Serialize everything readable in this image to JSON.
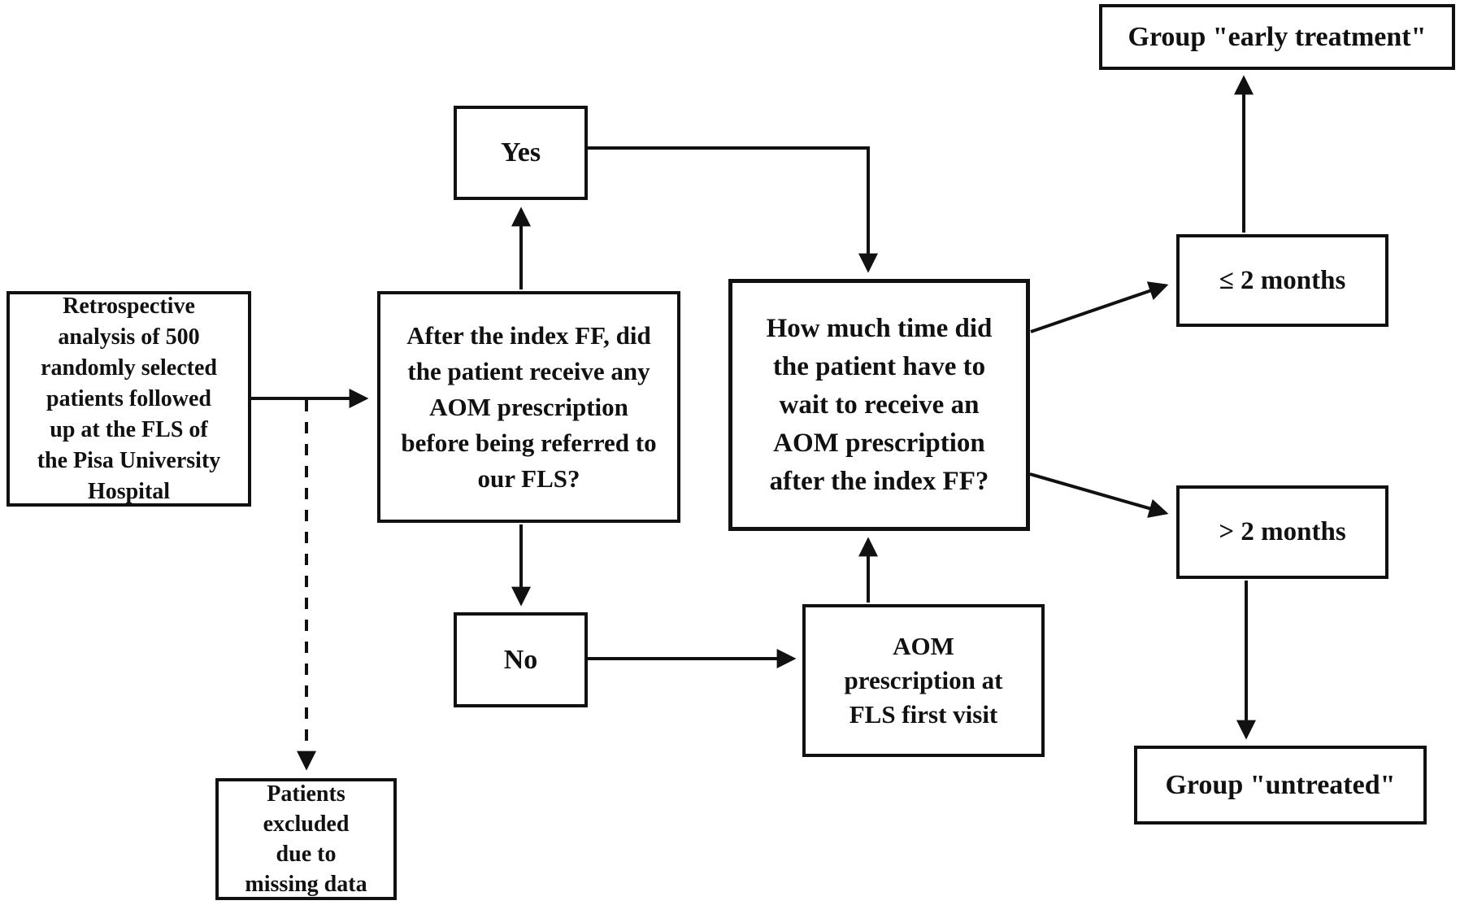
{
  "diagram": {
    "colors": {
      "line": "#111111",
      "text": "#111111",
      "background": "#ffffff"
    },
    "nodes": {
      "source": {
        "label": [
          "Retrospective",
          "analysis of 500",
          "randomly selected",
          "patients followed",
          "up at the FLS of",
          "the Pisa University",
          "Hospital"
        ]
      },
      "prior_aom_question": {
        "label": [
          "After the index FF, did",
          "the patient receive any",
          "AOM prescription",
          "before being referred to",
          "our FLS?"
        ]
      },
      "yes": {
        "label": "Yes"
      },
      "no": {
        "label": "No"
      },
      "wait_time_question": {
        "label": [
          "How much time did",
          "the patient have to",
          "wait to receive an",
          "AOM prescription",
          "after the index FF?"
        ]
      },
      "fls_prescription": {
        "label": [
          "AOM",
          "prescription at",
          "FLS first visit"
        ]
      },
      "le_2_months": {
        "label": "≤ 2 months"
      },
      "gt_2_months": {
        "label": "> 2 months"
      },
      "group_early_treatment": {
        "label": "Group \"early treatment\""
      },
      "group_untreated": {
        "label": "Group \"untreated\""
      },
      "excluded": {
        "label": [
          "Patients",
          "excluded",
          "due to",
          "missing data"
        ]
      }
    },
    "edges": [
      {
        "from": "source",
        "to": "prior_aom_question",
        "style": "solid"
      },
      {
        "from": "source",
        "to": "excluded",
        "style": "dashed"
      },
      {
        "from": "prior_aom_question",
        "to": "yes",
        "style": "solid"
      },
      {
        "from": "prior_aom_question",
        "to": "no",
        "style": "solid"
      },
      {
        "from": "yes",
        "to": "wait_time_question",
        "style": "solid"
      },
      {
        "from": "no",
        "to": "fls_prescription",
        "style": "solid"
      },
      {
        "from": "fls_prescription",
        "to": "wait_time_question",
        "style": "solid"
      },
      {
        "from": "wait_time_question",
        "to": "le_2_months",
        "style": "solid"
      },
      {
        "from": "wait_time_question",
        "to": "gt_2_months",
        "style": "solid"
      },
      {
        "from": "le_2_months",
        "to": "group_early_treatment",
        "style": "solid"
      },
      {
        "from": "gt_2_months",
        "to": "group_untreated",
        "style": "solid"
      }
    ]
  }
}
